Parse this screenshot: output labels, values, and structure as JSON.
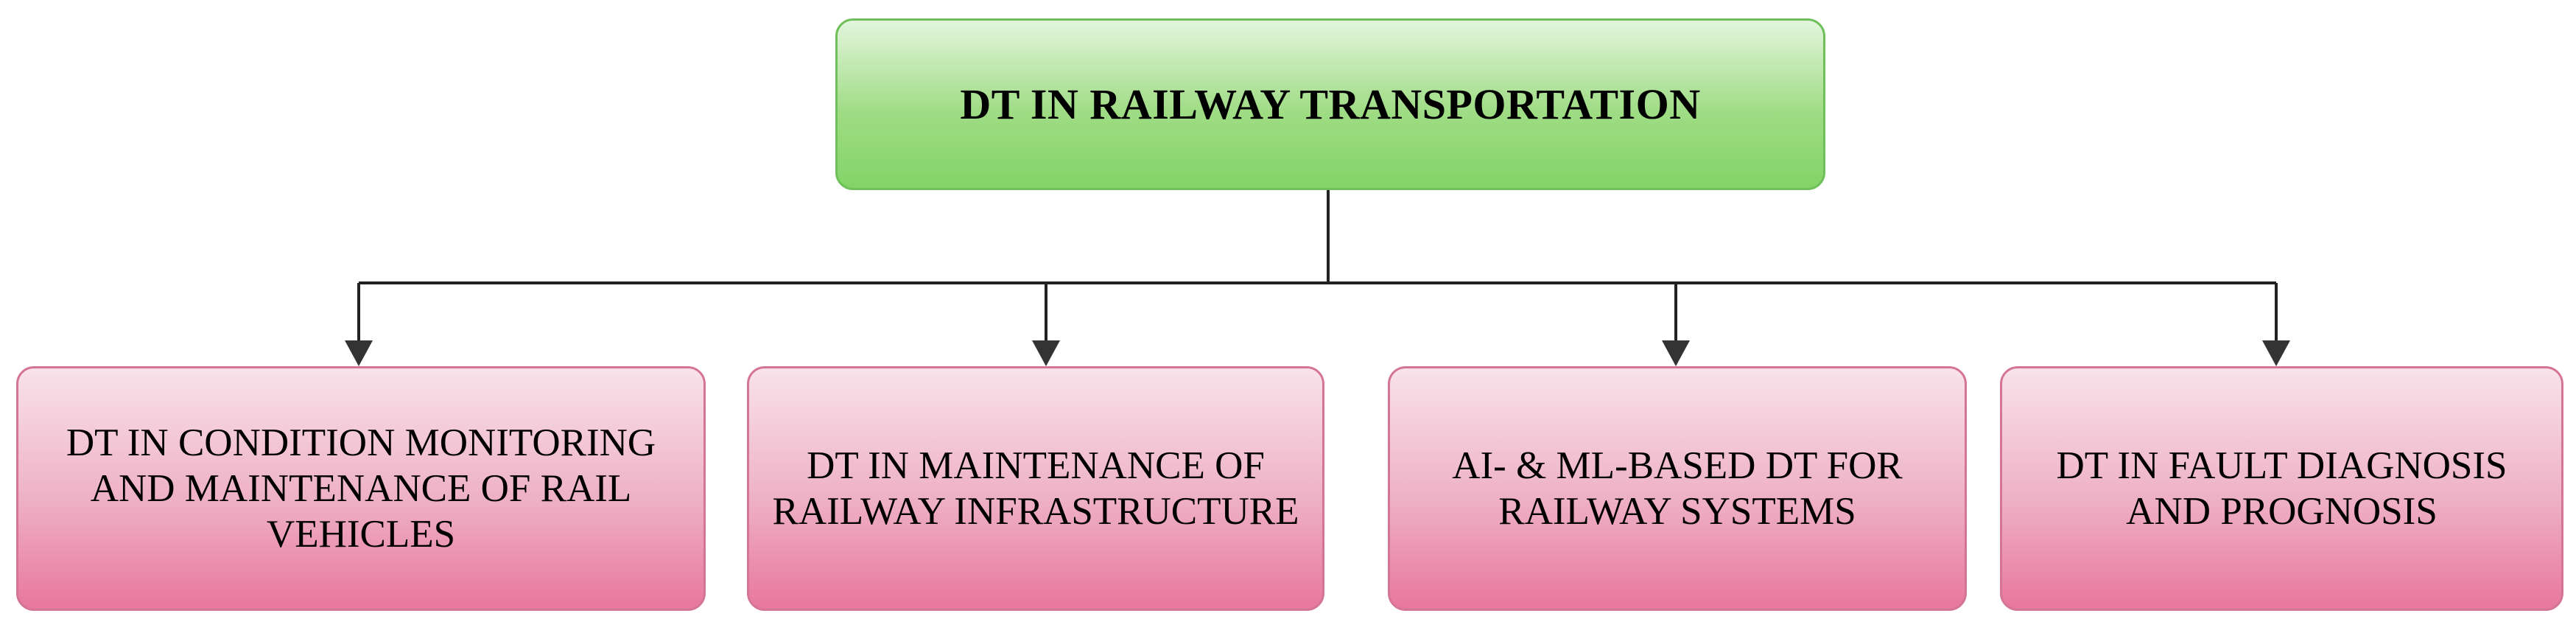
{
  "root": {
    "label": "DT IN RAILWAY TRANSPORTATION"
  },
  "children": [
    {
      "label": "DT IN CONDITION MONITORING AND MAINTENANCE OF RAIL VEHICLES"
    },
    {
      "label": "DT IN MAINTENANCE OF RAILWAY INFRASTRUCTURE"
    },
    {
      "label": "AI- & ML-BASED DT FOR RAILWAY SYSTEMS"
    },
    {
      "label": "DT IN FAULT DIAGNOSIS AND PROGNOSIS"
    }
  ],
  "colors": {
    "root_fill": "#9fdc84",
    "root_border": "#6fbf5a",
    "child_fill": "#eeb0c6",
    "child_border": "#d47594",
    "connector": "#222222"
  }
}
